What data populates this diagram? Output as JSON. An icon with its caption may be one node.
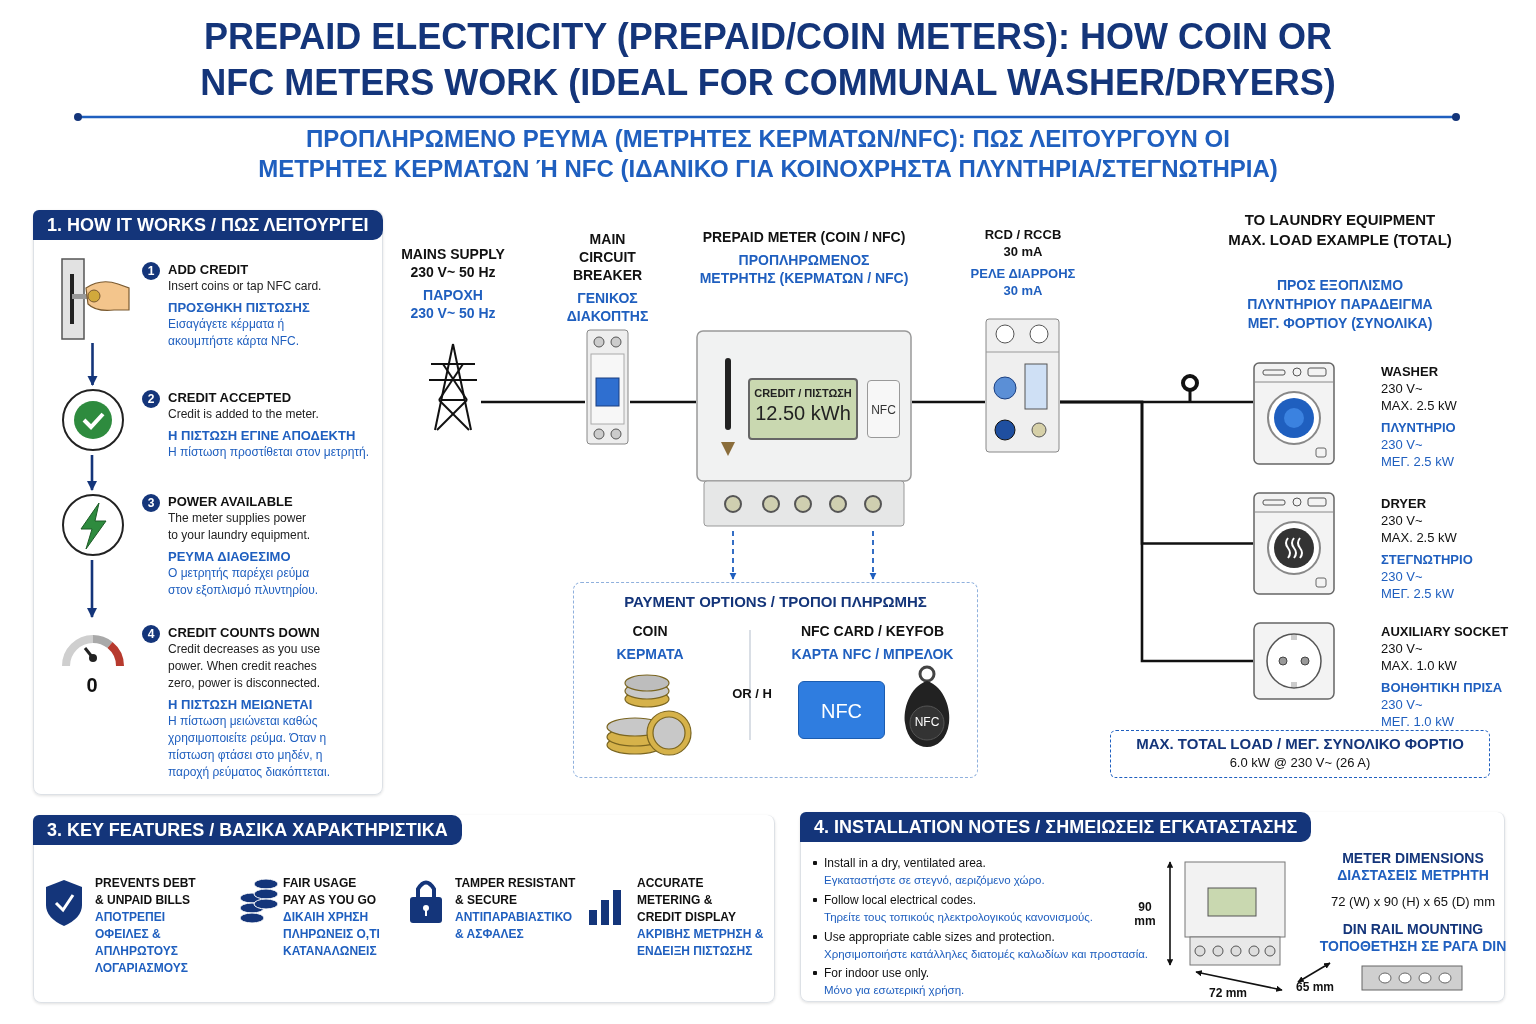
{
  "diagram": {
    "title": "PREPAID ELECTRICITY (PREPAID/COIN METERS): HOW COIN OR NFC METERS WORK (IDEAL FOR COMMUNAL WASHER/DRYERS)",
    "nodes": [
      {
        "text": [
          "1. HOW IT WORKS / ΠΩΣ ΛΕΙΤΟΥΡΓΕΙ"
        ]
      },
      {
        "text": [],
        "shape": "picture",
        "in": 0
      },
      {
        "text": [],
        "shape": "circle",
        "in": 0
      },
      {
        "text": [],
        "shape": "circle",
        "in": 0
      },
      {
        "text": [],
        "shape": "picture",
        "in": 0,
        "beside": [
          "0"
        ]
      },
      {
        "text": [
          "1"
        ],
        "in": 0
      },
      {
        "text": [
          "2"
        ],
        "in": 0
      },
      {
        "text": [
          "3"
        ],
        "in": 0
      },
      {
        "text": [
          "4"
        ],
        "in": 0
      },
      {
        "text": [],
        "shape": "picture",
        "beside": [
          "MAINS SUPPLY",
          "230 V~ 50 Hz",
          "ΠΑΡΟΧΗ",
          "230 V~ 50 Hz"
        ]
      },
      {
        "text": [],
        "shape": "picture",
        "beside": [
          "MAIN CIRCUIT BREAKER",
          "ΓΕΝΙΚΟΣ ΔΙΑΚΟΠΤΗΣ"
        ]
      },
      {
        "text": [],
        "shape": "picture",
        "beside": [
          "PREPAID METER (COIN / NFC)",
          "ΠΡΟΠΛΗΡΩΜΕΝΟΣ ΜΕΤΡΗΤΗΣ (ΚΕΡΜΑΤΩΝ / NFC)"
        ]
      },
      {
        "text": [
          "CREDIT / ΠΙΣΤΩΣΗ",
          "12.50 kWh"
        ],
        "in": 11
      },
      {
        "text": [
          "NFC"
        ],
        "in": 11
      },
      {
        "text": [],
        "shape": "picture",
        "beside": [
          "RCD / RCCB",
          "30 mA",
          "ΡΕΛΕ ΔΙΑΡΡΟΗΣ",
          "30 mA"
        ]
      },
      {
        "text": [],
        "shape": "picture",
        "beside": [
          "WASHER",
          "230 V~",
          "MAX. 2.5 kW",
          "ΠΛΥΝΤΗΡΙΟ",
          "230 V~",
          "ΜΕΓ. 2.5 kW"
        ]
      },
      {
        "text": [],
        "shape": "picture",
        "beside": [
          "DRYER",
          "230 V~",
          "MAX. 2.5 kW",
          "ΣΤΕΓΝΩΤΗΡΙΟ",
          "230 V~",
          "ΜΕΓ. 2.5 kW"
        ]
      },
      {
        "text": [],
        "shape": "picture",
        "beside": [
          "AUXILIARY SOCKET",
          "230 V~",
          "MAX. 1.0 kW",
          "ΒΟΗΘΗΤΙΚΗ ΠΡΙΣΑ",
          "230 V~",
          "ΜΕΓ. 1.0 kW"
        ]
      },
      {
        "text": [
          "MAX. TOTAL LOAD / ΜΕΓ. ΣΥΝΟΛΙΚΟ ΦΟΡΤΙΟ",
          "6.0 kW @ 230 V~ (26 A)"
        ]
      },
      {
        "text": [
          "PAYMENT OPTIONS / ΤΡΟΠΟΙ ΠΛΗΡΩΜΗΣ"
        ]
      },
      {
        "text": [],
        "shape": "picture",
        "in": 19,
        "beside": [
          "COIN",
          "ΚΕΡΜΑΤΑ"
        ]
      },
      {
        "text": [
          "NFC"
        ],
        "in": 19,
        "beside": [
          "NFC CARD / KEYFOB",
          "ΚΑΡΤΑ NFC / ΜΠΡΕΛΟΚ"
        ]
      },
      {
        "text": [
          "NFC"
        ],
        "in": 19
      },
      {
        "text": [
          "3. KEY FEATURES / ΒΑΣΙΚΑ ΧΑΡΑΚΤΗΡΙΣΤΙΚΑ"
        ]
      },
      {
        "text": [
          "4. INSTALLATION NOTES / ΣΗΜΕΙΩΣΕΙΣ ΕΓΚΑΤΑΣΤΑΣΗΣ"
        ]
      }
    ],
    "edges": [
      {
        "from": 1,
        "to": 2,
        "arrow": "to",
        "color": "#14357a"
      },
      {
        "from": 2,
        "to": 3,
        "arrow": "to",
        "color": "#14357a"
      },
      {
        "from": 3,
        "to": 4,
        "arrow": "to",
        "color": "#14357a"
      },
      {
        "from": 9,
        "to": 10,
        "arrow": "none"
      },
      {
        "from": 10,
        "to": 11,
        "arrow": "none"
      },
      {
        "from": 11,
        "to": 14,
        "arrow": "none"
      },
      {
        "from": 14,
        "to": 15,
        "arrow": "none"
      },
      {
        "from": 14,
        "to": 16,
        "arrow": "none"
      },
      {
        "from": 14,
        "to": 17,
        "arrow": "none"
      },
      {
        "from": 11,
        "to": 19,
        "arrow": "to",
        "style": "dashed",
        "color": "#1f5fbf"
      },
      {
        "from": 11,
        "to": 19,
        "arrow": "to",
        "style": "dashed",
        "color": "#1f5fbf"
      }
    ],
    "labels": [
      "ΠΡΟΠΛΗΡΩΜΕΝΟ ΡΕΥΜΑ (ΜΕΤΡΗΤΕΣ ΚΕΡΜΑΤΩΝ/NFC): ΠΩΣ ΛΕΙΤΟΥΡΓΟΥΝ ΟΙ ΜΕΤΡΗΤΕΣ ΚΕΡΜΑΤΩΝ Ή NFC (ΙΔΑΝΙΚΟ ΓΙΑ ΚΟΙΝΟΧΡΗΣΤΑ ΠΛΥΝΤΗΡΙΑ/ΣΤΕΓΝΩΤΗΡΙΑ)",
      "ADD CREDIT",
      "Insert coins or tap NFC card.",
      "ΠΡΟΣΘΗΚΗ ΠΙΣΤΩΣΗΣ",
      "Εισαγάγετε κέρματα ή ακουμπήστε κάρτα NFC.",
      "CREDIT ACCEPTED",
      "Credit is added to the meter.",
      "Η ΠΙΣΤΩΣΗ ΕΓΙΝΕ ΑΠΟΔΕΚΤΗ",
      "Η πίστωση προστίθεται στον μετρητή.",
      "POWER AVAILABLE",
      "The meter supplies power to your laundry equipment.",
      "ΡΕΥΜΑ ΔΙΑΘΕΣΙΜΟ",
      "Ο μετρητής παρέχει ρεύμα στον εξοπλισμό πλυντηρίου.",
      "CREDIT COUNTS DOWN",
      "Credit decreases as you use power. When credit reaches zero, power is disconnected.",
      "Η ΠΙΣΤΩΣΗ ΜΕΙΩΝΕΤΑΙ",
      "Η πίστωση μειώνεται καθώς χρησιμοποιείτε ρεύμα. Όταν η πίστωση φτάσει στο μηδέν, η παροχή ρεύματος διακόπτεται.",
      "TO LAUNDRY EQUIPMENT MAX. LOAD EXAMPLE (TOTAL)",
      "ΠΡΟΣ ΕΞΟΠΛΙΣΜΟ ΠΛΥΝΤΗΡΙΟΥ ΠΑΡΑΔΕΙΓΜΑ ΜΕΓ. ΦΟΡΤΙΟΥ (ΣΥΝΟΛΙΚΑ)",
      "OR / Η",
      "PREVENTS DEBT & UNPAID BILLS",
      "ΑΠΟΤΡΕΠΕΙ ΟΦΕΙΛΕΣ & ΑΠΛΗΡΩΤΟΥΣ ΛΟΓΑΡΙΑΣΜΟΥΣ",
      "FAIR USAGE PAY AS YOU GO",
      "ΔΙΚΑΙΗ ΧΡΗΣΗ ΠΛΗΡΩΝΕΙΣ Ο,ΤΙ ΚΑΤΑΝΑΛΩΝΕΙΣ",
      "TAMPER RESISTANT & SECURE",
      "ΑΝΤΙΠΑΡΑΒΙΑΣΤΙΚΟ & ΑΣΦΑΛΕΣ",
      "ACCURATE METERING & CREDIT DISPLAY",
      "ΑΚΡΙΒΗΣ ΜΕΤΡΗΣΗ & ΕΝΔΕΙΞΗ ΠΙΣΤΩΣΗΣ",
      "Install in a dry, ventilated area.",
      "Εγκαταστήστε σε στεγνό, αεριζόμενο χώρο.",
      "Follow local electrical codes.",
      "Τηρείτε τους τοπικούς ηλεκτρολογικούς κανονισμούς.",
      "Use appropriate cable sizes and protection.",
      "Χρησιμοποιήστε κατάλληλες διατομές καλωδίων και προστασία.",
      "For indoor use only.",
      "Μόνο για εσωτερική χρήση.",
      "90 mm",
      "72 mm",
      "65 mm",
      "METER DIMENSIONS",
      "ΔΙΑΣΤΑΣΕΙΣ ΜΕΤΡΗΤΗ",
      "72 (W) x 90 (H) x 65 (D) mm",
      "DIN RAIL MOUNTING",
      "ΤΟΠΟΘΕΤΗΣΗ ΣΕ ΡΑΓΑ DIN"
    ]
  }
}
